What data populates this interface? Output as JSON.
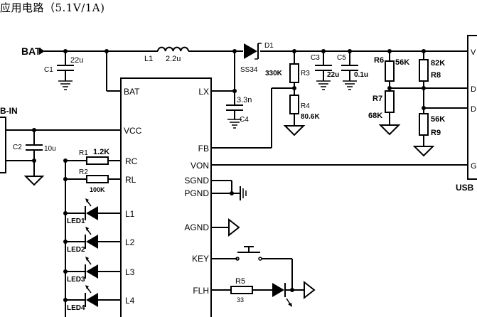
{
  "title": "应用电路（5.1V/1A)",
  "net_labels": {
    "bat": "BAT",
    "usb_in": "B-IN",
    "usb_out": "USB"
  },
  "ic_pins": {
    "bat": "BAT",
    "vcc": "VCC",
    "rc": "RC",
    "rl": "RL",
    "l1": "L1",
    "l2": "L2",
    "l3": "L3",
    "l4": "L4",
    "lx": "LX",
    "fb": "FB",
    "von": "VON",
    "sgnd": "SGND",
    "pgnd": "PGND",
    "agnd": "AGND",
    "key": "KEY",
    "flh": "FLH"
  },
  "usb_pins": {
    "vbus": "V",
    "dplus": "D",
    "dminus": "D",
    "gnd": "G"
  },
  "components": {
    "c1": {
      "ref": "C1",
      "value": "22u"
    },
    "c2": {
      "ref": "C2",
      "value": "10u"
    },
    "c3": {
      "ref": "C3",
      "value": "22u"
    },
    "c4": {
      "ref": "C4",
      "value": "3.3n"
    },
    "c5": {
      "ref": "C5",
      "value": "0.1u"
    },
    "l1": {
      "ref": "L1",
      "value": "2.2u"
    },
    "d1": {
      "ref": "D1",
      "value": "SS34"
    },
    "r1": {
      "ref": "R1",
      "value": "1.2K"
    },
    "r2": {
      "ref": "R2",
      "value": "100K"
    },
    "r3": {
      "ref": "R3",
      "value": "330K"
    },
    "r4": {
      "ref": "R4",
      "value": "80.6K"
    },
    "r5": {
      "ref": "R5",
      "value": "33"
    },
    "r6": {
      "ref": "R6",
      "value": "56K"
    },
    "r7": {
      "ref": "R7",
      "value": "68K"
    },
    "r8": {
      "ref": "R8",
      "value": "82K"
    },
    "r9": {
      "ref": "R9",
      "value": "56K"
    },
    "leds": [
      "LED1",
      "LED2",
      "LED3",
      "LED4"
    ]
  }
}
